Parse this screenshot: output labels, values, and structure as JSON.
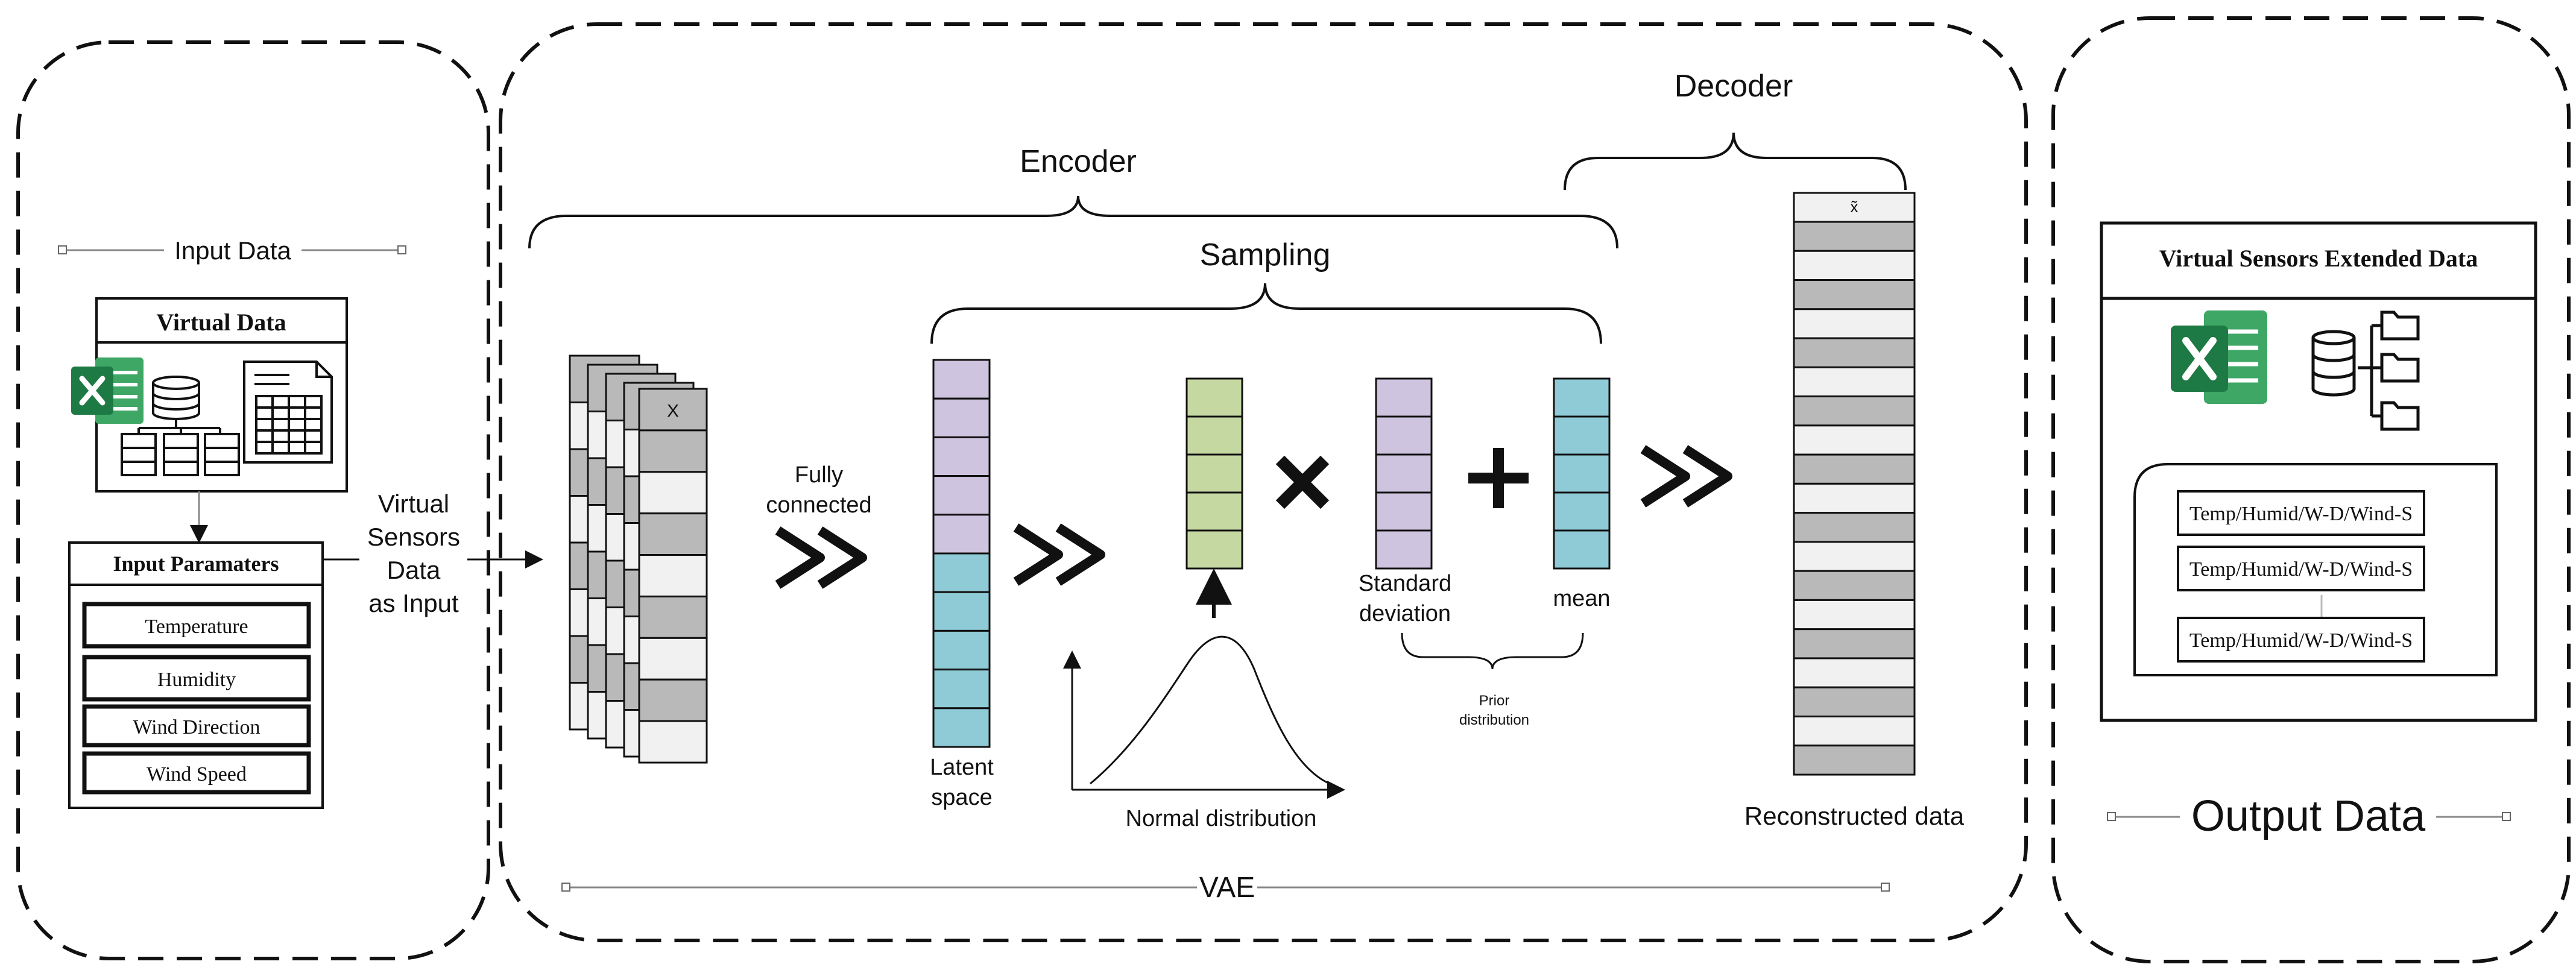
{
  "panels": {
    "input": {
      "title": "Input Data",
      "virtual_data_label": "Virtual Data",
      "input_params_label": "Input Paramaters",
      "params": [
        "Temperature",
        "Humidity",
        "Wind Direction",
        "Wind Speed"
      ],
      "arrow_label": [
        "Virtual",
        "Sensors",
        "Data",
        "as Input"
      ]
    },
    "vae": {
      "title": "VAE",
      "encoder_label": "Encoder",
      "decoder_label": "Decoder",
      "sampling_label": "Sampling",
      "input_stack_label": "X",
      "fully_connected_label": [
        "Fully",
        "connected"
      ],
      "latent_space_label": [
        "Latent",
        "space"
      ],
      "normal_distribution_label": "Normal distribution",
      "std_label": [
        "Standard",
        "deviation"
      ],
      "mean_label": "mean",
      "prior_label": [
        "Prior",
        "distribution"
      ],
      "reconstructed_label": "Reconstructed data",
      "output_vector_label": "x̃"
    },
    "output": {
      "title": "Output Data",
      "extended_label": "Virtual Sensors Extended Data",
      "rows": [
        "Temp/Humid/W-D/Wind-S",
        "Temp/Humid/W-D/Wind-S",
        "Temp/Humid/W-D/Wind-S"
      ]
    }
  },
  "colors": {
    "purple": "#cfc4df",
    "teal": "#8ecbd6",
    "green": "#c6d8a2",
    "gray": "#b9b9b9",
    "light": "#f1f1f1",
    "excel_green": "#1e7a44",
    "excel_dark": "#14552f",
    "excel_light": "#3fa766"
  }
}
